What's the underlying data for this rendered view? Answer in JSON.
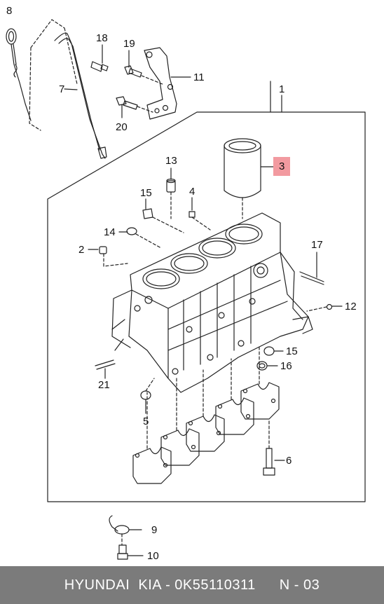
{
  "callouts": {
    "c1": "1",
    "c2": "2",
    "c3": "3",
    "c4": "4",
    "c5": "5",
    "c6": "6",
    "c7": "7",
    "c8": "8",
    "c9": "9",
    "c10": "10",
    "c11": "11",
    "c12": "12",
    "c13": "13",
    "c14": "14",
    "c15a": "15",
    "c15b": "15",
    "c16": "16",
    "c17": "17",
    "c18": "18",
    "c19": "19",
    "c20": "20",
    "c21": "21"
  },
  "highlight_color": "#f29aa0",
  "footer": {
    "brand": "HYUNDAI  KIA - 0K55110311",
    "page": "N - 03"
  }
}
